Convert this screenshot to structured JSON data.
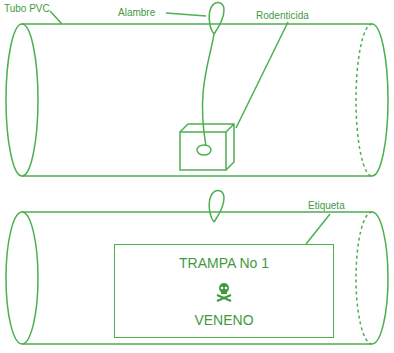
{
  "diagram": {
    "nodes": [
      {
        "text": [
          "TRAMPA No 1",
          "VENENO"
        ]
      }
    ],
    "labels": [
      "Tubo PVC",
      "Alambre",
      "Rodenticida",
      "Etiqueta"
    ]
  }
}
